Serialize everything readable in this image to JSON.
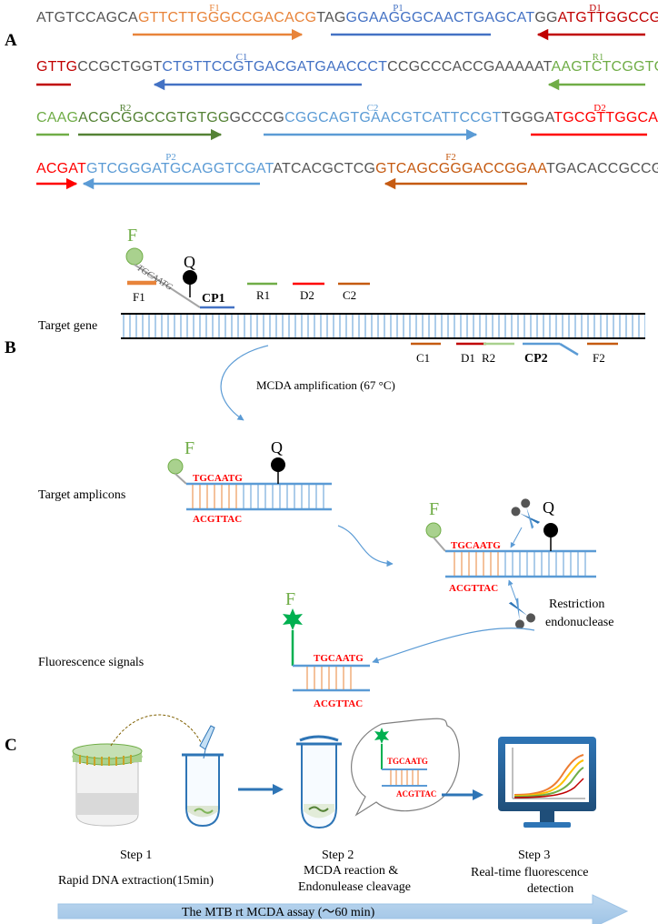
{
  "colors": {
    "gray": "#555555",
    "orange": "#e8843a",
    "blue": "#4472c4",
    "darkred": "#c00000",
    "green": "#70ad47",
    "darkgreen": "#548235",
    "red": "#ff0000",
    "lightblue": "#5b9bd5",
    "brown": "#c55a11",
    "fluor_green": "#7fb55a",
    "probe_green": "#00b050"
  },
  "panels": {
    "a": "A",
    "b": "B",
    "c": "C"
  },
  "panel_a": {
    "rows": [
      [
        {
          "t": "ATGTCCAGCA",
          "c": "gray"
        },
        {
          "t": "GTTCTTGGGCCGACACG",
          "c": "orange"
        },
        {
          "t": "TAG",
          "c": "gray"
        },
        {
          "t": "GGAAGGGCAACTGAGCAT",
          "c": "blue"
        },
        {
          "t": "GG",
          "c": "gray"
        },
        {
          "t": "ATGTTGGCCGCT",
          "c": "darkred"
        }
      ],
      [
        {
          "t": "GTTG",
          "c": "darkred"
        },
        {
          "t": "CCGCTGGT",
          "c": "gray"
        },
        {
          "t": "CTGTTCCGTGACGATGAACCCT",
          "c": "blue"
        },
        {
          "t": "CCGCCCACCGAAAAAT",
          "c": "gray"
        },
        {
          "t": "AAGTCTCGGTGGC",
          "c": "green"
        }
      ],
      [
        {
          "t": "CAAG",
          "c": "green"
        },
        {
          "t": "ACGCGGCCGTGTGG",
          "c": "darkgreen"
        },
        {
          "t": "GCCCG",
          "c": "gray"
        },
        {
          "t": "CGGCAGTGAACGTCATTCCGT",
          "c": "lightblue"
        },
        {
          "t": "TGGGA",
          "c": "gray"
        },
        {
          "t": "TGCGTTGGCAGA",
          "c": "red"
        }
      ],
      [
        {
          "t": "ACGAT",
          "c": "red"
        },
        {
          "t": "GTCGGGATGCAGGTCGAT",
          "c": "lightblue"
        },
        {
          "t": "ATCACGCTCG",
          "c": "gray"
        },
        {
          "t": "GTCAGCGGGACCGGAA",
          "c": "brown"
        },
        {
          "t": "TGACACCGCCGAT",
          "c": "gray"
        }
      ]
    ],
    "primer_labels": {
      "f1": "F1",
      "p1": "P1",
      "d1": "D1",
      "c1": "C1",
      "r1": "R1",
      "r2": "R2",
      "c2": "C2",
      "d2": "D2",
      "p2": "P2",
      "f2": "F2"
    }
  },
  "panel_b": {
    "f_label": "F",
    "q_label": "Q",
    "probe_seq": "TGCAATG",
    "comp_seq": "ACGTTAC",
    "cp1": "CP1",
    "cp2": "CP2",
    "top_primers": [
      "F1",
      "R1",
      "D2",
      "C2"
    ],
    "bottom_primers": [
      "C1",
      "D1",
      "R2",
      "F2"
    ],
    "target_gene": "Target gene",
    "amplification": "MCDA amplification (67 °C)",
    "target_amplicons": "Target amplicons",
    "restriction_1": "Restriction",
    "restriction_2": "endonuclease",
    "fluorescence_signals": "Fluorescence signals"
  },
  "panel_c": {
    "step1": "Step 1",
    "step1_desc": "Rapid DNA extraction(15min)",
    "step2": "Step 2",
    "step2_desc_1": "MCDA reaction &",
    "step2_desc_2": "Endonulease cleavage",
    "step3": "Step 3",
    "step3_desc_1": "Real-time fluorescence",
    "step3_desc_2": "detection",
    "bubble_top": "TGCAATG",
    "bubble_bottom": "ACGTTAC",
    "assay_bar": "The MTB rt MCDA assay (～60 min)"
  }
}
